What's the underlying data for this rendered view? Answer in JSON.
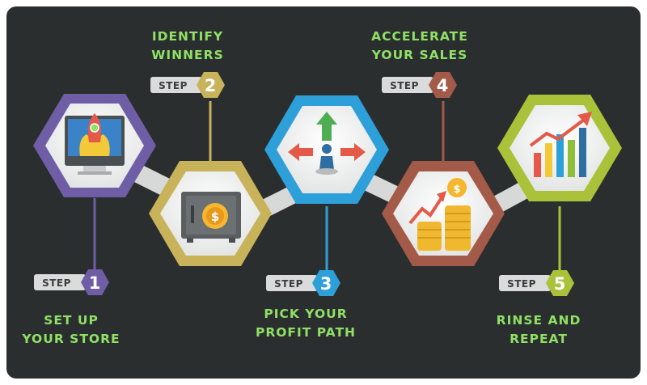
{
  "steps": [
    {
      "word": "STEP",
      "number": "1",
      "title_lines": [
        "SET UP",
        "YOUR STORE"
      ],
      "color": "#6f5ea6",
      "icon": "rocket-monitor-icon"
    },
    {
      "word": "STEP",
      "number": "2",
      "title_lines": [
        "IDENTIFY",
        "WINNERS"
      ],
      "color": "#c8b35a",
      "icon": "safe-icon"
    },
    {
      "word": "STEP",
      "number": "3",
      "title_lines": [
        "PICK YOUR",
        "PROFIT PATH"
      ],
      "color": "#2d9fd9",
      "icon": "direction-arrows-icon"
    },
    {
      "word": "STEP",
      "number": "4",
      "title_lines": [
        "ACCELERATE",
        "YOUR SALES"
      ],
      "color": "#a45a48",
      "icon": "coin-stacks-icon"
    },
    {
      "word": "STEP",
      "number": "5",
      "title_lines": [
        "RINSE AND",
        "REPEAT"
      ],
      "color": "#aac23a",
      "icon": "growth-chart-icon"
    }
  ],
  "colors": {
    "background": "#2b2e2f",
    "title_text": "#8fe065",
    "connector": "#d7d9d8",
    "hex_inner": "#f4f4f4"
  }
}
